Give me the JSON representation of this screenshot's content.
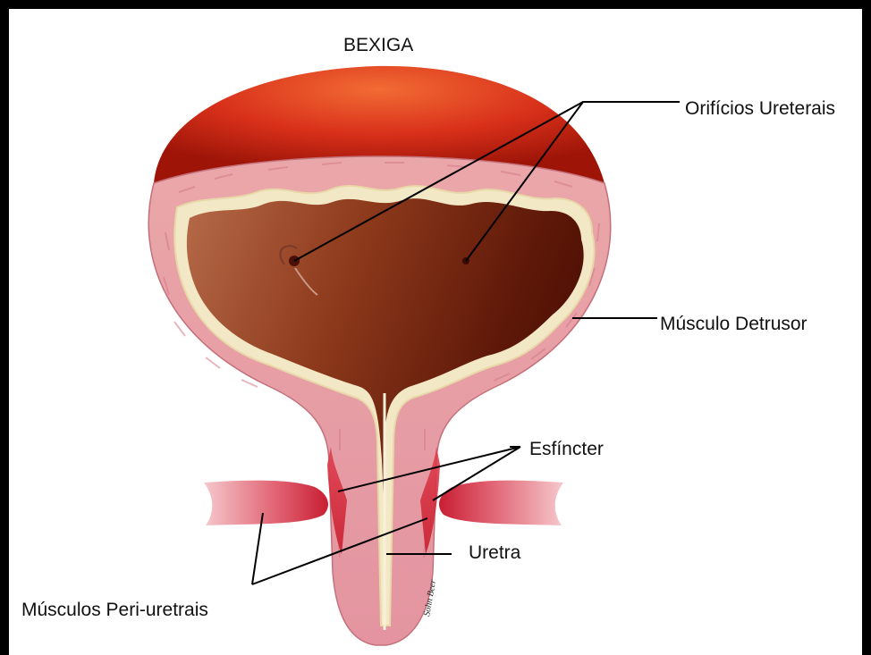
{
  "title": "BEXIGA",
  "labels": {
    "ureteral_orifices": "Orifícios Ureterais",
    "detrusor": "Músculo Detrusor",
    "sphincter": "Esfíncter",
    "urethra": "Uretra",
    "periurethral": "Músculos Peri-uretrais"
  },
  "signature": "Sohn Beer",
  "colors": {
    "background_frame": "#000000",
    "dome_red": "#d8301a",
    "muscle_pink": "#e8a0a0",
    "mucosa_cream": "#f3e8c6",
    "lumen_brown": "#7a2a12",
    "sphincter_red": "#d83040"
  }
}
